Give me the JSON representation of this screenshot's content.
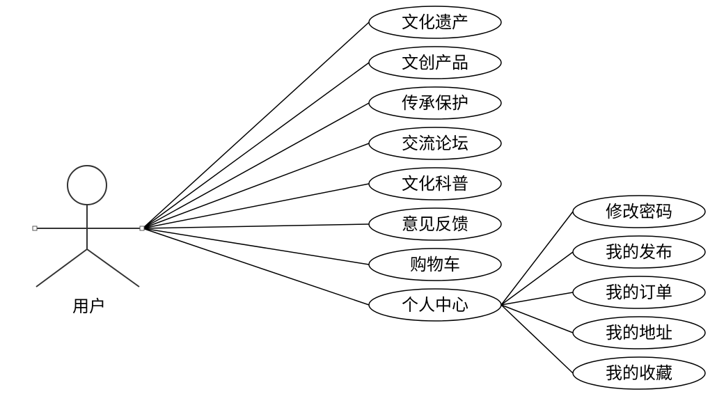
{
  "actor": {
    "label": "用户"
  },
  "use_cases": [
    {
      "id": "heritage",
      "label": "文化遗产"
    },
    {
      "id": "creative-products",
      "label": "文创产品"
    },
    {
      "id": "inheritance-protection",
      "label": "传承保护"
    },
    {
      "id": "forum",
      "label": "交流论坛"
    },
    {
      "id": "science",
      "label": "文化科普"
    },
    {
      "id": "feedback",
      "label": "意见反馈"
    },
    {
      "id": "cart",
      "label": "购物车"
    },
    {
      "id": "personal-center",
      "label": "个人中心"
    }
  ],
  "personal_center_items": [
    {
      "id": "change-password",
      "label": "修改密码"
    },
    {
      "id": "my-posts",
      "label": "我的发布"
    },
    {
      "id": "my-orders",
      "label": "我的订单"
    },
    {
      "id": "my-addresses",
      "label": "我的地址"
    },
    {
      "id": "my-favorites",
      "label": "我的收藏"
    }
  ]
}
